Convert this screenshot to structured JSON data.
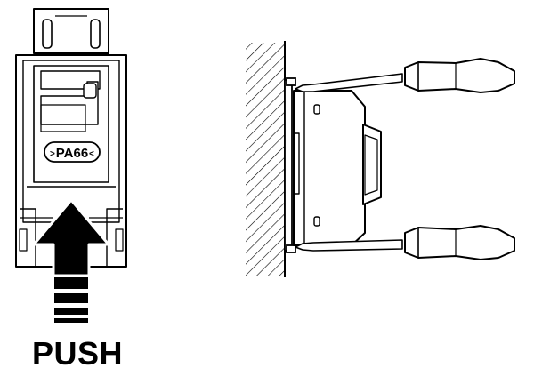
{
  "clip": {
    "material_label": "PA66"
  },
  "instruction": {
    "label": "PUSH"
  },
  "colors": {
    "ink": "#000000",
    "paper": "#ffffff",
    "panel_fill": "#ffffff"
  },
  "icons": [
    "arrow-up-icon",
    "screwdriver-icon",
    "wall-hatching",
    "din-rail-clip",
    "module-housing"
  ]
}
